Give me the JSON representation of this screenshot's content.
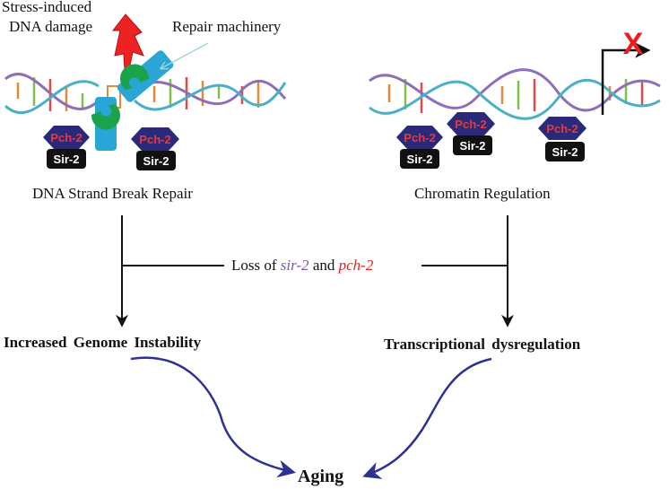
{
  "labels": {
    "stress_line1": "Stress-induced",
    "stress_line2": "DNA damage",
    "repair_machinery": "Repair machinery",
    "repair_title": "DNA Strand Break Repair",
    "chromatin_title": "Chromatin Regulation",
    "loss_prefix": "Loss of ",
    "gene_sir": "sir-2",
    "loss_and": " and ",
    "gene_pch": "pch-2",
    "genome": "Increased Genome Instability",
    "transcription": "Transcriptional dysregulation",
    "aging": "Aging"
  },
  "proteins": {
    "pch": "Pch-2",
    "sir": "Sir-2"
  },
  "block_mark": "X",
  "colors": {
    "strand_purple": "#8e6fb5",
    "strand_teal": "#4bb0c4",
    "pch_fill": "#2b2a7a",
    "pch_text": "#e53a3a",
    "sir_fill": "#111111",
    "sir_text": "#ffffff",
    "repair_blue": "#2aa6d6",
    "repair_green": "#1aa34a",
    "bolt_red": "#ee2222",
    "arrow_navy": "#2e3192",
    "gene_sir": "#7a55a8",
    "gene_pch": "#e32222"
  }
}
